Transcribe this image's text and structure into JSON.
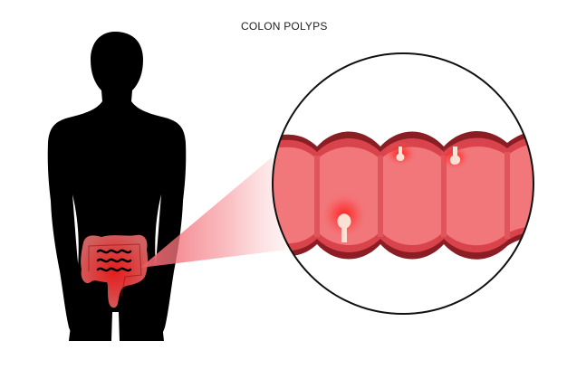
{
  "title": "COLON POLYPS",
  "figure": {
    "subject": "human-silhouette",
    "highlighted_organ": "intestines",
    "magnified_view": "colon-segment",
    "polyp_count": 3
  },
  "colors": {
    "silhouette": "#000000",
    "intestine_glow": "#ff3b3b",
    "colon_outer": "#8b1e24",
    "colon_wall": "#d9434b",
    "colon_fill": "#f2777a",
    "colon_divider": "#e0555b",
    "polyp": "#fbe0d4",
    "polyp_glow": "#ff2222",
    "circle_stroke": "#111111",
    "beam": "#f0606a"
  }
}
